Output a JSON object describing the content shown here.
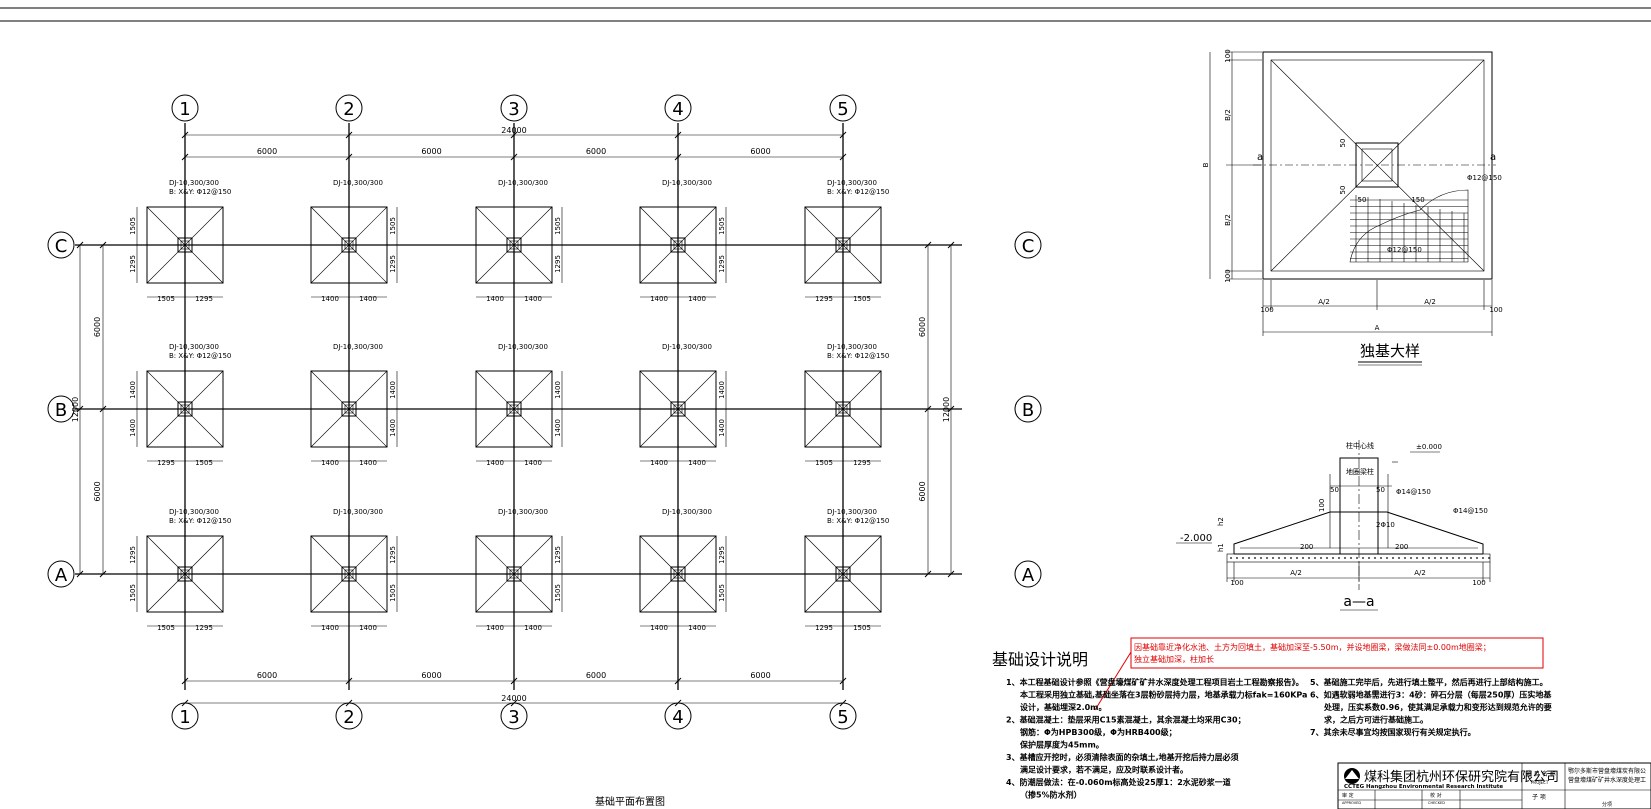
{
  "plan": {
    "title": "基础平面布置图",
    "axes_x": [
      "1",
      "2",
      "3",
      "4",
      "5"
    ],
    "axes_y": [
      "C",
      "B",
      "A"
    ],
    "span_labels": [
      "6000",
      "6000",
      "6000",
      "6000"
    ],
    "total_x": "24000",
    "span_y_labels": [
      "6000",
      "6000"
    ],
    "total_y": "12000",
    "footing_code": "DJ-10,300/300",
    "footing_rebar": "B: X&Y: Φ12@150",
    "dim_1505": "1505",
    "dim_1295": "1295",
    "dim_1400": "1400"
  },
  "detail": {
    "title": "独基大样",
    "B": "B",
    "B2": "B/2",
    "A": "A",
    "A2": "A/2",
    "d100": "100",
    "d50": "50",
    "d150": "150",
    "a": "a",
    "rebar": "Φ12@150"
  },
  "section": {
    "title": "a—a",
    "elev_top": "±0.000",
    "elev_bot": "-2.000",
    "col_center": "柱中心线",
    "ring_beam": "地圈梁柱",
    "rebar_1": "Φ14@150",
    "rebar_2": "Φ14@150",
    "bars": "2Φ10",
    "d200": "200",
    "d50": "50",
    "d100": "100",
    "h1": "h1",
    "h2": "h2",
    "A2": "A/2"
  },
  "notes": {
    "title": "基础设计说明",
    "red_note_1": "因基础靠近净化水池、土方为回填土，基础加深至-5.50m，并设地圈梁，梁做法同±0.00m地圈梁；",
    "red_note_2": "独立基础加深，柱加长",
    "left": [
      "1、本工程基础设计参照《营盘壕煤矿矿井水深度处理工程项目岩土工程勘察报告》。",
      "本工程采用独立基础,基础坐落在3层粉砂层持力层，地基承载力标fak=160KPa",
      "设计，基础埋深2.0m。",
      "2、基础混凝土：垫层采用C15素混凝土，其余混凝土均采用C30；",
      "钢筋：Φ为HPB300级，Φ为HRB400级；",
      "保护层厚度为45mm。",
      "3、基槽应开挖时，必须清除表面的杂填土,地基开挖后持力层必须",
      "满足设计要求，若不满足，应及时联系设计者。",
      "4、防潮层做法：在-0.060m标高处设25厚1：2水泥砂浆一道",
      "（掺5%防水剂）"
    ],
    "right": [
      "5、基础施工完毕后，先进行填土整平，然后再进行上部结构施工。",
      "6、如遇软弱地基需进行3：4砂：碎石分层（每层250厚）压实地基",
      "处理，压实系数0.96，使其满足承载力和变形达到规范允许的要",
      "求，之后方可进行基础施工。",
      "7、其余未尽事宜均按国家现行有关规定执行。"
    ]
  },
  "titleblock": {
    "company_cn": "煤科集团杭州环保研究院有限公司",
    "company_en": "CCTEG Hangzhou Environmental Research Institute",
    "project_label": "项 目 名 称",
    "project_label_en": "PROJECT",
    "project_name_1": "鄂尔多斯市营盘壕煤炭有限公",
    "project_name_2": "营盘壕煤矿矿井水深度处理工",
    "review_label": "审 定",
    "review_en": "APPROVED",
    "check_label": "校 对",
    "check_en": "CHECKED",
    "item_label": "子 项",
    "sub_label": "分项"
  }
}
